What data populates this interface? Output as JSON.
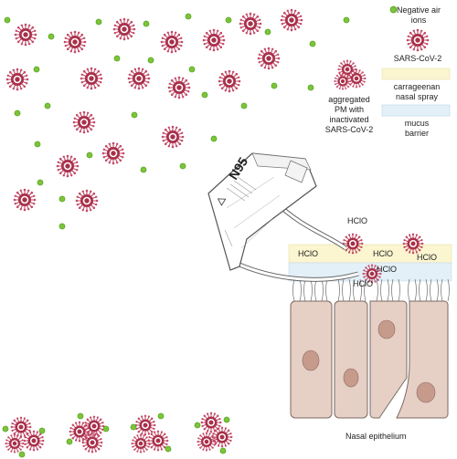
{
  "legend": {
    "negative_air_ions": [
      "Negative air",
      "ions"
    ],
    "sars_cov_2": "SARS-CoV-2",
    "aggregated_pm": [
      "aggregated",
      "PM with",
      "inactivated",
      "SARS-CoV-2"
    ],
    "carrageenan": [
      "carrageenan",
      "nasal spray"
    ],
    "mucus": [
      "mucus",
      "barrier"
    ]
  },
  "mask": {
    "label": "N95"
  },
  "labels": {
    "hclio_1": "HClO",
    "hclio_2": "HClO",
    "hclio_3": "HClO",
    "hclio_4": "HClO",
    "hclio_5": "HClO",
    "hclio_6": "HClO",
    "nasal_epithelium": "Nasal epithelium"
  },
  "colors": {
    "virus_body": "#a8304a",
    "virus_spike": "#c24866",
    "ion": "#7cc43a",
    "ion_stroke": "#5aa522",
    "spray_band": "#fbf6d0",
    "mucus_band": "#e3f0f8",
    "cell_fill": "#e6cfc4",
    "cell_stroke": "#7b6a63",
    "nucleus": "#c69b8c",
    "mask_fill": "#ffffff",
    "mask_stroke": "#555555"
  }
}
